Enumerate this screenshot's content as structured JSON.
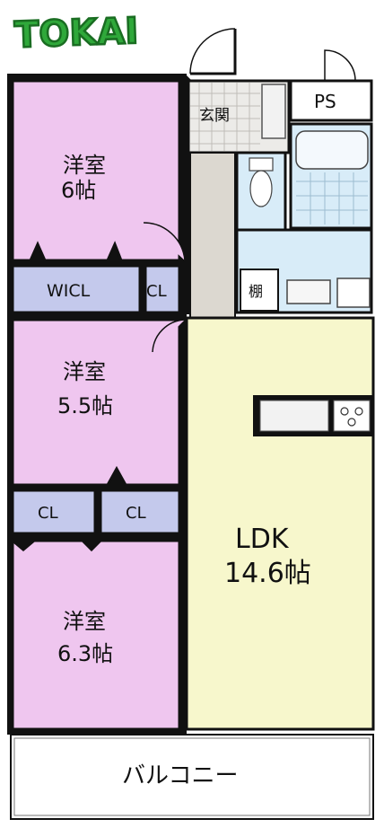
{
  "brand": {
    "logo_text": "TOKAI"
  },
  "rooms": {
    "bedroom1": {
      "name": "洋室",
      "size": "6帖"
    },
    "bedroom2": {
      "name": "洋室",
      "size": "5.5帖"
    },
    "bedroom3": {
      "name": "洋室",
      "size": "6.3帖"
    },
    "ldk": {
      "name": "LDK",
      "size": "14.6帖"
    },
    "entrance": "玄関",
    "ps": "PS",
    "wicl": "WICL",
    "cl1": "CL",
    "cl2": "CL",
    "cl3": "CL",
    "storage": "棚",
    "balcony": "バルコニー"
  },
  "colors": {
    "bedroom": "#efc6ef",
    "closet": "#c4c9ec",
    "ldk": "#f7f7cc",
    "entry": "#dcd8d0",
    "wet": "#d8ecf8",
    "wall": "#111111",
    "logo_green": "#2fa83a"
  }
}
